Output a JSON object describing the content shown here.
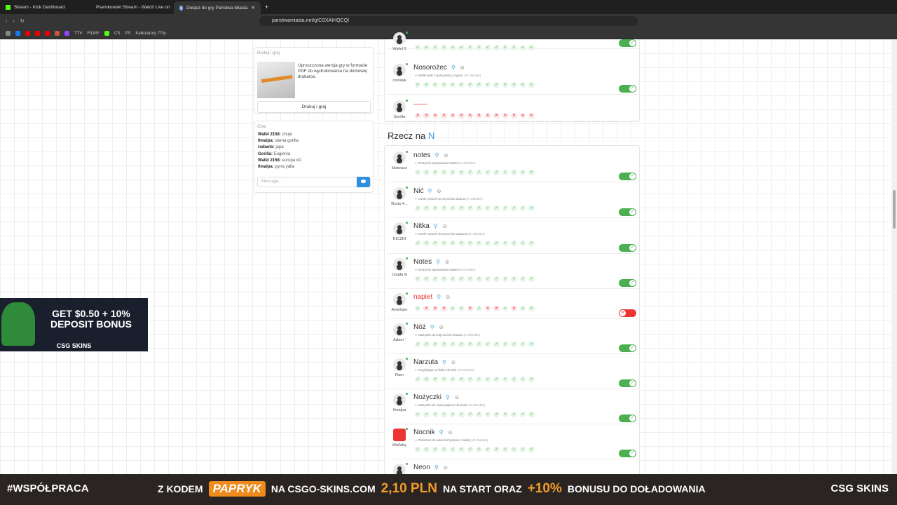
{
  "browser": {
    "tabs": [
      {
        "label": "Stream - Kick Dashboard"
      },
      {
        "label": "Psemkowski Stream - Watch Live on"
      },
      {
        "label": "Dołącz do gry Państwa Miasta",
        "active": true
      }
    ],
    "url": "panstwamiasta.net/g/CSXAIHQCQI",
    "bookmarks": [
      "TTV",
      "FILMY",
      "CS",
      "PS",
      "Kalkulatory 77rp"
    ]
  },
  "print_card": {
    "title": "Drukuj i graj",
    "text": "Uproszczona wersja gry w formacie PDF do wydrukowania na domowej drukarce.",
    "button": "Drukuj i graj"
  },
  "chat": {
    "title": "Chat",
    "messages": [
      {
        "user": "Wafel 2158:",
        "text": "chuje"
      },
      {
        "user": "0malpa:",
        "text": "siema gorilla"
      },
      {
        "user": "rudaelo:",
        "text": "japa"
      },
      {
        "user": "Gorilla:",
        "text": "Eugienia"
      },
      {
        "user": "Wafel 2158:",
        "text": "europa xD"
      },
      {
        "user": "0malpa:",
        "text": "pyrra yalla"
      }
    ],
    "placeholder": "Message..."
  },
  "prev_section_rows": [
    {
      "user": "Wafel 2",
      "word": "",
      "desc": "",
      "marks": "11111111111111",
      "accepted": true
    },
    {
      "user": "czeslak",
      "word": "Nosorożec",
      "desc": "Wielki ssak z grubą skórą i rogiem.",
      "marks": "11111111111111",
      "accepted": true
    },
    {
      "user": "Gorilla",
      "word": "——",
      "desc": "",
      "marks": "00000000000000",
      "accepted": null,
      "empty": true
    }
  ],
  "section": {
    "prefix": "Rzecz na",
    "letter": "N"
  },
  "ai_label": "(AI Checker)",
  "rows": [
    {
      "user": "Mateusz",
      "word": "notes",
      "desc": "Zeszyt do zapisywania notatek",
      "marks": "11111111111111",
      "accepted": true
    },
    {
      "user": "Ruda 4...",
      "word": "Nić",
      "desc": "Cienki sznurek do szycia lub dziania",
      "marks": "11111111111111",
      "accepted": true
    },
    {
      "user": "KICZKI",
      "word": "Nitka",
      "desc": "Cienki sznurek do szycia lub wiązania",
      "marks": "11111111111111",
      "accepted": true
    },
    {
      "user": "Ciepła B",
      "word": "Notes",
      "desc": "Zeszyt do zapisywania notatek",
      "marks": "11111111111111",
      "accepted": true
    },
    {
      "user": "Antelopo",
      "word": "napiet",
      "desc": "",
      "marks": "10001101001011",
      "accepted": false
    },
    {
      "user": "Adam '",
      "word": "Nóż",
      "desc": "Narzędzie do krojenia lub siekania",
      "marks": "11111111111111",
      "accepted": true
    },
    {
      "user": "Ram",
      "word": "Narzuta",
      "desc": "Kocyk/kapa na łóżko lub sofę.",
      "marks": "11111111111111",
      "accepted": true
    },
    {
      "user": "0malpa",
      "word": "Nożyczki",
      "desc": "Narzędzie do cięcia papieru lub tkanin",
      "marks": "11111111111111",
      "accepted": true
    },
    {
      "user": "Wallaby",
      "word": "Nocnik",
      "desc": "Przedmiot do nauki korzystania z toalety",
      "marks": "11111111111111",
      "accepted": true,
      "tv": true
    },
    {
      "user": "",
      "word": "Neon",
      "desc": "",
      "marks": "",
      "accepted": null
    }
  ],
  "ad": {
    "headline": "GET $0.50 + 10% DEPOSIT BONUS",
    "logo": "CSG SKINS"
  },
  "banner": {
    "hashtag": "#WSPÓŁPRACA",
    "p1": "Z KODEM",
    "code": "PAPRYK",
    "p2": "NA CSGO-SKINS.COM",
    "amount": "2,10 PLN",
    "p3": "NA START ORAZ",
    "pct": "+10%",
    "p4": "BONUSU DO DOŁADOWANIA",
    "logo": "CSG SKINS"
  },
  "colors": {
    "accent": "#3b9ee0",
    "ok": "#4caf50",
    "bad": "#e33333",
    "promo": "#f08a1c"
  }
}
